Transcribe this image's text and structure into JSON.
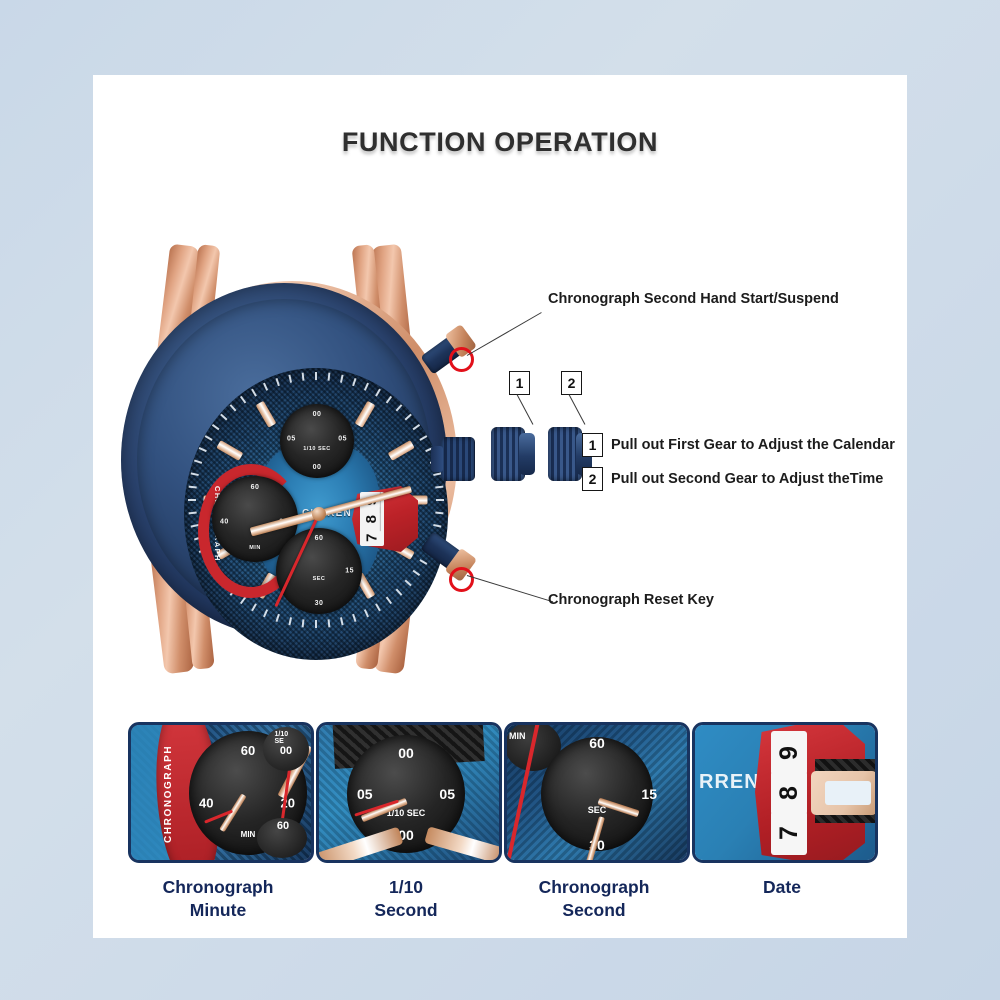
{
  "page": {
    "background_color": "#cedbe9",
    "card_color": "#ffffff",
    "title": "FUNCTION OPERATION"
  },
  "callouts": [
    {
      "id": "start-suspend",
      "label": "Chronograph Second Hand Start/Suspend",
      "marker_color": "#e2101a"
    },
    {
      "id": "reset-key",
      "label": "Chronograph Reset Key",
      "marker_color": "#e2101a"
    }
  ],
  "crown_markers": [
    {
      "number": "1"
    },
    {
      "number": "2"
    }
  ],
  "instructions": [
    {
      "number": "1",
      "text": "Pull out First Gear to Adjust the Calendar"
    },
    {
      "number": "2",
      "text": "Pull out Second Gear to Adjust theTime"
    }
  ],
  "watch": {
    "brand": "CURREN",
    "chronograph_arc_text": "CHRONOGRAPH",
    "arc_color": "#c9272d",
    "date_digits": [
      "9",
      "8",
      "7"
    ],
    "subdials": {
      "tenth_second": {
        "label": "1/10 SEC",
        "numerals": [
          "00",
          "05",
          "05",
          "00"
        ]
      },
      "minute": {
        "label": "MIN",
        "numerals": [
          "60",
          "20",
          "40"
        ]
      },
      "second": {
        "label": "SEC",
        "numerals": [
          "60",
          "15",
          "30"
        ]
      }
    },
    "case_color": "#1d3157",
    "gold_color": "#d08e6a"
  },
  "thumbnails": [
    {
      "id": "chronograph-minute",
      "caption_line1": "Chronograph",
      "caption_line2": "Minute",
      "dial_label": "MIN",
      "numerals": [
        "60",
        "40",
        "20"
      ],
      "arc_text": "CHRONOGRAPH"
    },
    {
      "id": "tenth-second",
      "caption_line1": "1/10",
      "caption_line2": "Second",
      "dial_label": "1/10 SEC",
      "numerals": [
        "00",
        "05",
        "05",
        "00"
      ],
      "arc_text": ""
    },
    {
      "id": "chronograph-second",
      "caption_line1": "Chronograph",
      "caption_line2": "Second",
      "dial_label": "SEC",
      "numerals": [
        "60",
        "15",
        "30"
      ],
      "arc_text": "MIN"
    },
    {
      "id": "date",
      "caption_line1": "Date",
      "caption_line2": "",
      "dial_label": "",
      "numerals": [
        "9",
        "8",
        "7"
      ],
      "arc_text": "RREN"
    }
  ]
}
